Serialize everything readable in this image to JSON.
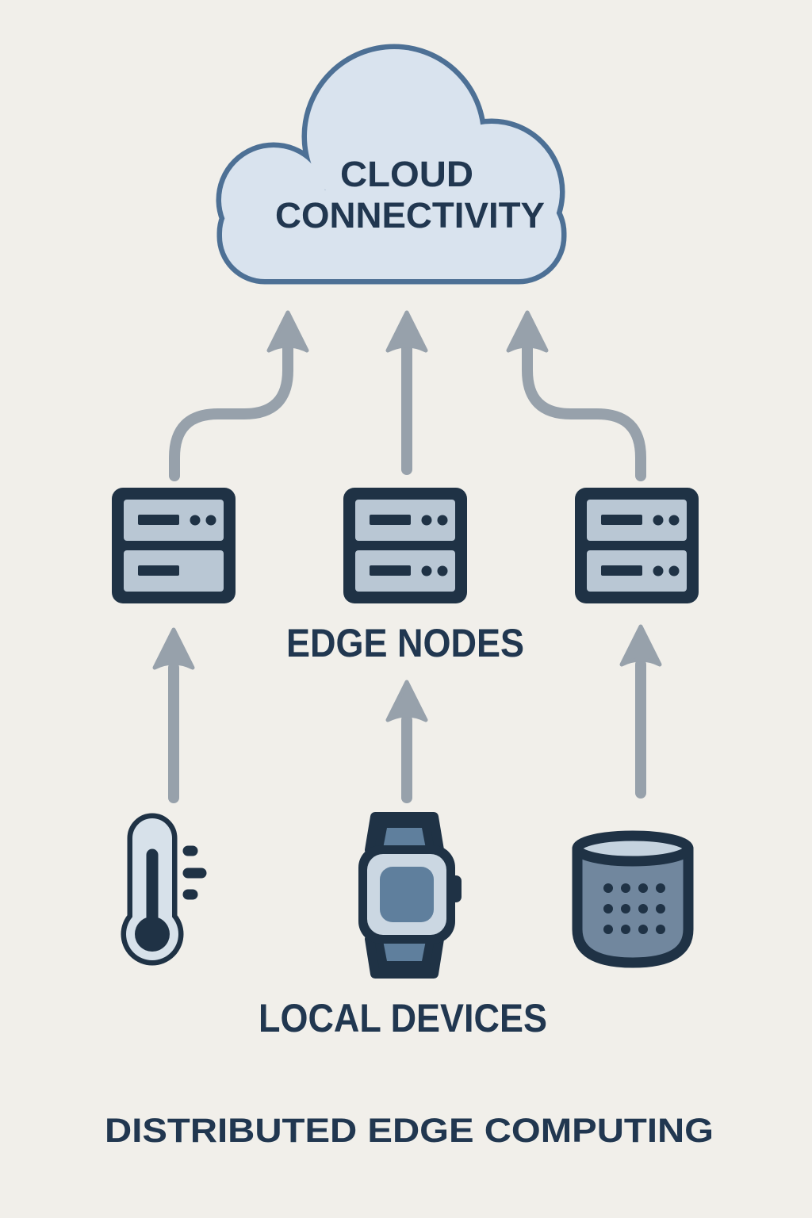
{
  "title": "DISTRIBUTED EDGE COMPUTING",
  "cloud": {
    "label_lines": [
      "CLOUD",
      "CONNECTIVITY"
    ]
  },
  "labels": {
    "edge_nodes": "EDGE NODES",
    "local_devices": "LOCAL DEVICES"
  },
  "icons": {
    "cloud": "cloud-icon",
    "edge_servers": [
      "server-icon",
      "server-icon",
      "server-icon"
    ],
    "local_devices": [
      "thermometer-icon",
      "smartwatch-icon",
      "smart-speaker-icon"
    ],
    "connectors": [
      "curved-up-arrow-icon",
      "straight-up-arrow-icon",
      "curved-up-arrow-icon",
      "straight-up-arrow-icon",
      "straight-up-arrow-icon",
      "straight-up-arrow-icon"
    ]
  },
  "colors": {
    "background": "#f1efea",
    "cloud_fill": "#d9e3ee",
    "cloud_stroke": "#4d7095",
    "dark_navy": "#1f3245",
    "text_navy": "#213750",
    "arrow_gray": "#97a1ab",
    "panel_light": "#b9c7d4",
    "mid_blue": "#5f7f9d",
    "face_light": "#cbd7e2",
    "speaker_body": "#71879e",
    "speaker_top": "#c5d3df",
    "thermo_fill": "#d7e1ea"
  }
}
